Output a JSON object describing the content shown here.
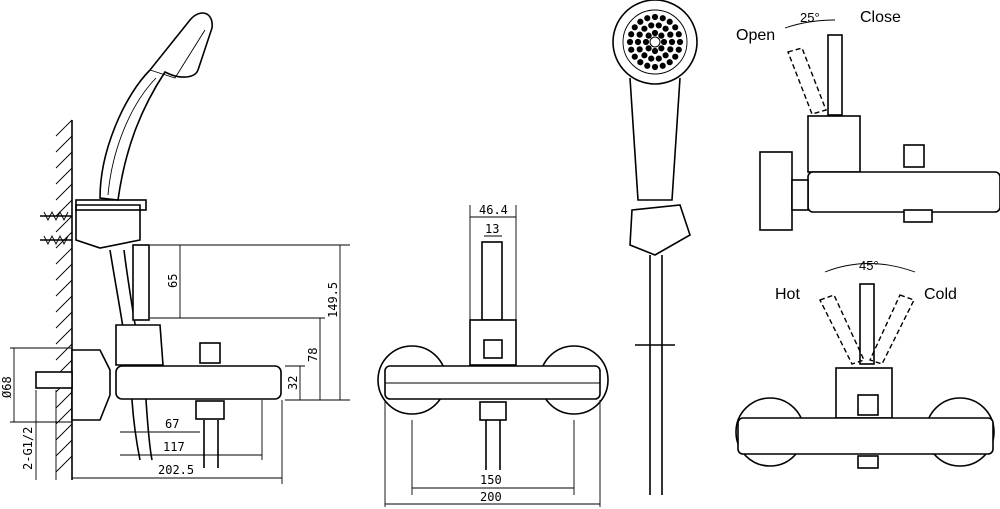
{
  "side_view": {
    "dim_65": "65",
    "dim_149_5": "149.5",
    "dim_78": "78",
    "dim_32": "32",
    "dim_68": "Ø68",
    "dim_thread": "2-G1/2",
    "dim_67": "67",
    "dim_117": "117",
    "dim_202_5": "202.5"
  },
  "front_view": {
    "dim_46_4": "46.4",
    "dim_13": "13",
    "dim_150": "150",
    "dim_200": "200"
  },
  "lever_side_view": {
    "open_label": "Open",
    "close_label": "Close",
    "angle": "25°"
  },
  "lever_front_view": {
    "hot_label": "Hot",
    "cold_label": "Cold",
    "angle": "45°"
  }
}
